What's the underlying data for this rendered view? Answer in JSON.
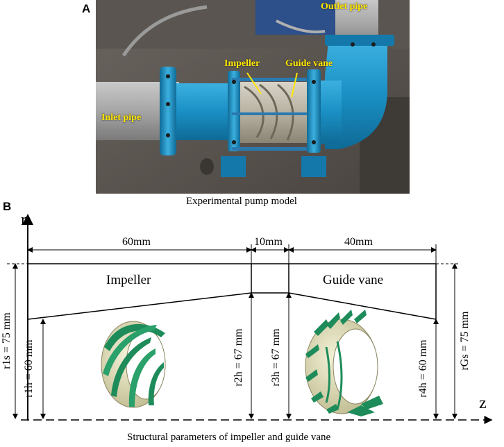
{
  "panel_a": {
    "letter": "A",
    "labels": {
      "outlet_pipe": "Outlet pipe",
      "impeller": "Impeller",
      "guide_vane": "Guide vane",
      "inlet_pipe": "Inlet pipe"
    },
    "caption": "Experimental pump model"
  },
  "panel_b": {
    "letter": "B",
    "axis_r": "r",
    "axis_z": "z",
    "lengths": [
      "60mm",
      "10mm",
      "40mm"
    ],
    "region_impeller": "Impeller",
    "region_guide_vane": "Guide vane",
    "radii": {
      "r1s": "r1s = 75 mm",
      "r1h": "r1h = 60 mm",
      "r2h": "r2h = 67 mm",
      "r3h": "r3h = 67 mm",
      "r4h": "r4h = 60 mm",
      "rGs": "rGs = 75 mm"
    },
    "caption": "Structural parameters of impeller and guide vane"
  },
  "colors": {
    "pump_blue": "#1a8fc4",
    "label_yellow": "#ffe600",
    "blade_green": "#1e8c5a",
    "hub_cream": "#e8e4b8"
  }
}
